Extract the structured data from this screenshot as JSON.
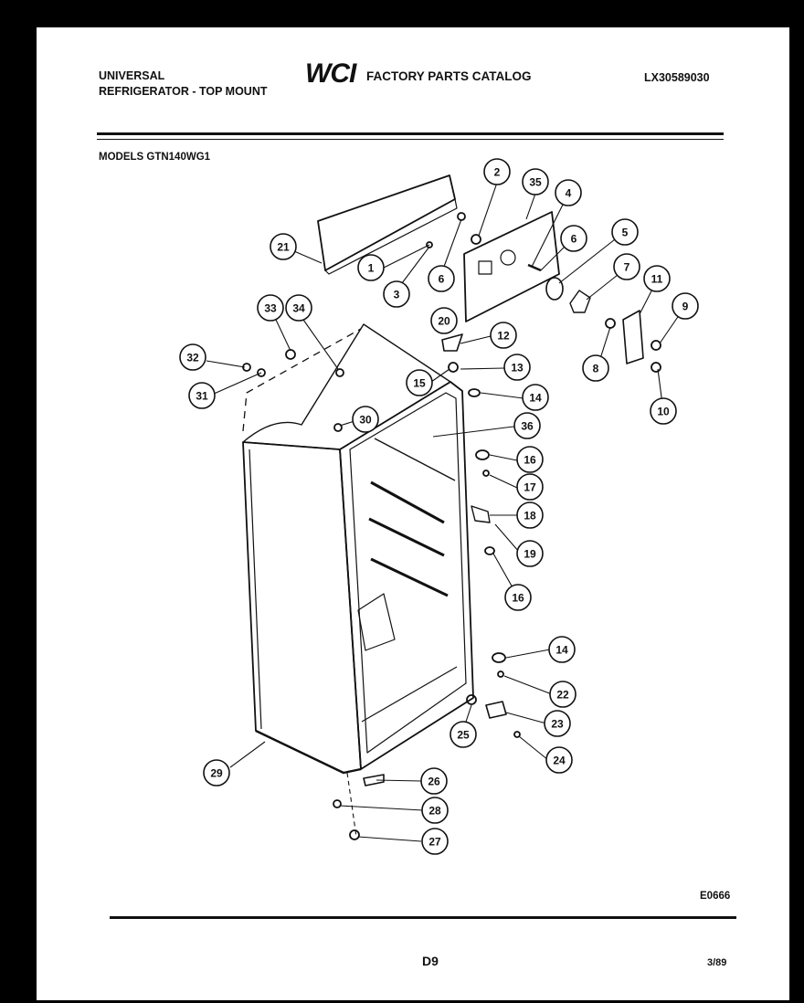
{
  "header": {
    "brand_line1": "UNIVERSAL",
    "brand_line2": "REFRIGERATOR - TOP MOUNT",
    "logo_text": "WCI",
    "catalog_title": "FACTORY PARTS CATALOG",
    "catalog_number": "LX30589030",
    "models_label": "MODELS GTN140WG1"
  },
  "diagram": {
    "part_numbers": [
      "1",
      "2",
      "3",
      "4",
      "5",
      "6",
      "6",
      "7",
      "8",
      "9",
      "10",
      "11",
      "12",
      "13",
      "14",
      "14",
      "15",
      "16",
      "16",
      "17",
      "18",
      "19",
      "20",
      "21",
      "22",
      "23",
      "24",
      "25",
      "26",
      "27",
      "28",
      "29",
      "30",
      "31",
      "32",
      "33",
      "34",
      "35",
      "36"
    ]
  },
  "footer": {
    "drawing_code": "E0666",
    "page_number": "D9",
    "date": "3/89"
  }
}
